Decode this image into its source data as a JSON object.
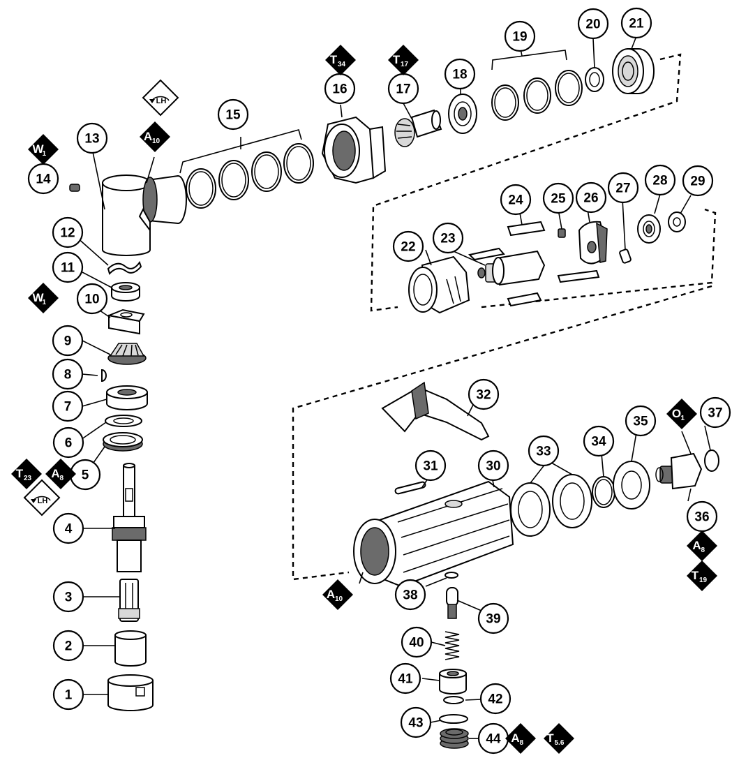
{
  "callouts": [
    {
      "label": "1"
    },
    {
      "label": "2"
    },
    {
      "label": "3"
    },
    {
      "label": "4"
    },
    {
      "label": "5"
    },
    {
      "label": "6"
    },
    {
      "label": "7"
    },
    {
      "label": "8"
    },
    {
      "label": "9"
    },
    {
      "label": "10"
    },
    {
      "label": "11"
    },
    {
      "label": "12"
    },
    {
      "label": "13"
    },
    {
      "label": "14"
    },
    {
      "label": "15"
    },
    {
      "label": "16"
    },
    {
      "label": "17"
    },
    {
      "label": "18"
    },
    {
      "label": "19"
    },
    {
      "label": "20"
    },
    {
      "label": "21"
    },
    {
      "label": "22"
    },
    {
      "label": "23"
    },
    {
      "label": "24"
    },
    {
      "label": "25"
    },
    {
      "label": "26"
    },
    {
      "label": "27"
    },
    {
      "label": "28"
    },
    {
      "label": "29"
    },
    {
      "label": "30"
    },
    {
      "label": "31"
    },
    {
      "label": "32"
    },
    {
      "label": "33"
    },
    {
      "label": "34"
    },
    {
      "label": "35"
    },
    {
      "label": "36"
    },
    {
      "label": "37"
    },
    {
      "label": "38"
    },
    {
      "label": "39"
    },
    {
      "label": "40"
    },
    {
      "label": "41"
    },
    {
      "label": "42"
    },
    {
      "label": "43"
    },
    {
      "label": "44"
    }
  ],
  "badges": [
    {
      "letter": "W",
      "sub": "1"
    },
    {
      "letter": "A",
      "sub": "10"
    },
    {
      "letter": "T",
      "sub": "34"
    },
    {
      "letter": "T",
      "sub": "17"
    },
    {
      "letter": "W",
      "sub": "1"
    },
    {
      "letter": "T",
      "sub": "23"
    },
    {
      "letter": "A",
      "sub": "8"
    },
    {
      "letter": "O",
      "sub": "1"
    },
    {
      "letter": "A",
      "sub": "8"
    },
    {
      "letter": "T",
      "sub": "19"
    },
    {
      "letter": "A",
      "sub": "10"
    },
    {
      "letter": "A",
      "sub": "8"
    },
    {
      "letter": "T",
      "sub": "5.6"
    }
  ],
  "rotation_marks": [
    {
      "text": "LH"
    },
    {
      "text": "LH"
    }
  ],
  "colors": {
    "ink": "#000000",
    "paper": "#ffffff",
    "shade": "#d9d9d9"
  }
}
